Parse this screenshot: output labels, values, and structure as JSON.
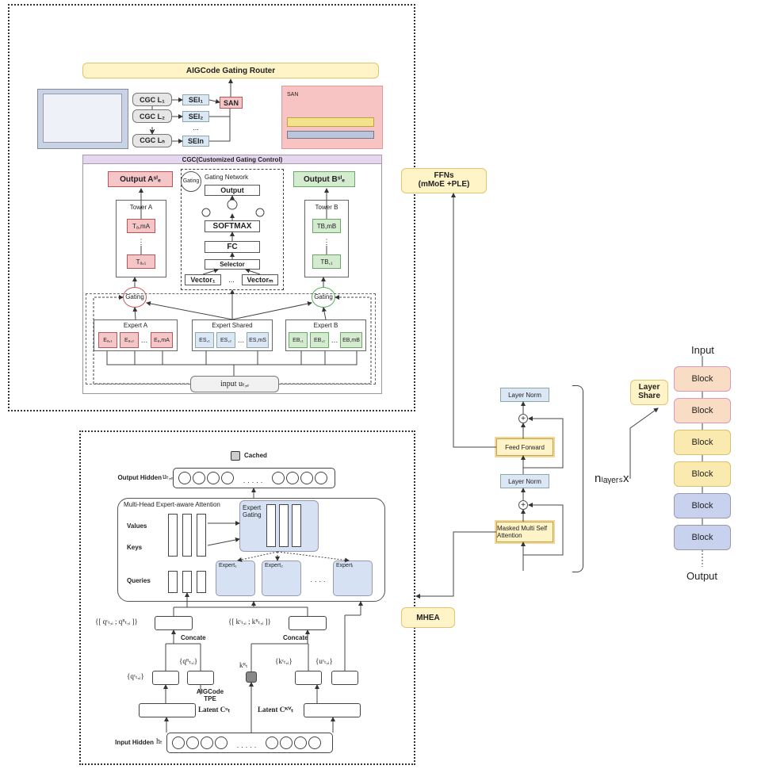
{
  "router": {
    "title": "AIGCode Gating Router",
    "san": "SAN",
    "san_panel": "SAN"
  },
  "cgc_l": [
    "CGC L₁",
    "CGC L₂",
    "...",
    "CGC Lₙ"
  ],
  "sei": [
    "SEI₁",
    "SEI₂",
    "...",
    "SEIn"
  ],
  "cgc": {
    "title": "CGC(Customized Gating Control)",
    "output_a": "Output Aˢⁱₑ",
    "output_b": "Output Bˢⁱₑ",
    "tower_a": "Tower A",
    "tower_b": "Tower B",
    "ta_top": "Tₐ,mA",
    "ta_bottom": "Tₐ,₁",
    "tb_top": "TB,mB",
    "tb_bottom": "TB,₁",
    "gating": "Gating",
    "gating_network": "Gating Network",
    "output": "Output",
    "softmax": "SOFTMAX",
    "fc": "FC",
    "selector": "Selector",
    "vector1": "Vector₁",
    "vector_dots": "...",
    "vectorm": "Vectorₘ",
    "expert_a": "Expert A",
    "expert_shared": "Expert Shared",
    "expert_b": "Expert B",
    "ea": [
      "Eₐ,₁",
      "Eₐ,₂",
      "Eₐ,mA"
    ],
    "es": [
      "ES,₁",
      "ES,₂",
      "ES,mS"
    ],
    "eb": [
      "EB,₁",
      "EB,₂",
      "EB,mB"
    ],
    "input": "input uₜ,ₑ"
  },
  "mhea": {
    "cached": "Cached",
    "output_hidden": "Output Hidden",
    "output_hidden_var": "uₜ,ₑ",
    "attn_title": "Multi-Head Expert-aware Attention",
    "expert_gating": "Expert Gating",
    "values": "Values",
    "keys": "Keys",
    "queries": "Queries",
    "expert1": "Expert₁",
    "expert2": "Expert₂",
    "experti": "Expertᵢ",
    "q_concat": "{[ qᶜₜ,ᵢ ; qᴿₜ,ᵢ ]}",
    "k_concat": "{[ kᶜₜ,ᵢ ; kᴿₜ,ᵢ ]}",
    "concate": "Concate",
    "qc": "{qᶜₜ,ᵢ}",
    "qr": "{qᴿₜ,ᵢ}",
    "kr": "kᴿₜ",
    "kc": "{kᶜₜ,ᵢ}",
    "uc": "{uᶜₜ,ᵢ}",
    "tpe": "AIGCode TPE",
    "latent_q": "Latent Cᵠₜ",
    "latent_kv": "Latent Cᴷⱽₜ",
    "input_hidden": "Input Hidden",
    "input_hidden_var": "hₜ"
  },
  "labels": {
    "ffns": "FFNs\n(mMoE +PLE)",
    "mhea": "MHEA"
  },
  "transformer": {
    "layer_norm": "Layer Norm",
    "feed_forward": "Feed Forward",
    "masked": "Masked Multi Self Attention",
    "nlayers": "nₗₐᵧₑᵣₛx"
  },
  "stack": {
    "input": "Input",
    "output": "Output",
    "layer_share": "Layer Share",
    "blocks": [
      "Block",
      "Block",
      "Block",
      "Block",
      "Block",
      "Block"
    ]
  },
  "colors": {
    "pink": "#f5c6c8",
    "green": "#d4ebcf",
    "blue": "#dbe7f5",
    "yellow": "#fff3c8",
    "peach": "#f9dcc4",
    "lavender": "#c8d2ee"
  }
}
